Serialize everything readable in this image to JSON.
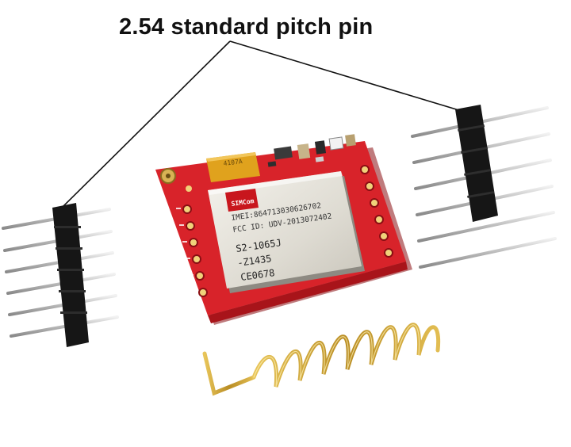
{
  "caption": "2.54 standard pitch pin",
  "module": {
    "brand": "SIMCom",
    "imei": "IMEI:864713030626702",
    "fcc": "FCC ID: UDV-2013072402",
    "model": "S2-1065J",
    "code": "-Z1435",
    "ce": "CE0678",
    "capacitor": "4107A"
  },
  "colors": {
    "pcb": "#d8232a",
    "pcb_dark": "#a8141a",
    "shield": "#e6e4dc",
    "header_plastic": "#161616",
    "pin_metal": "#c9c9c9",
    "antenna": "#c9a23a",
    "capacitor": "#e0a21d"
  }
}
